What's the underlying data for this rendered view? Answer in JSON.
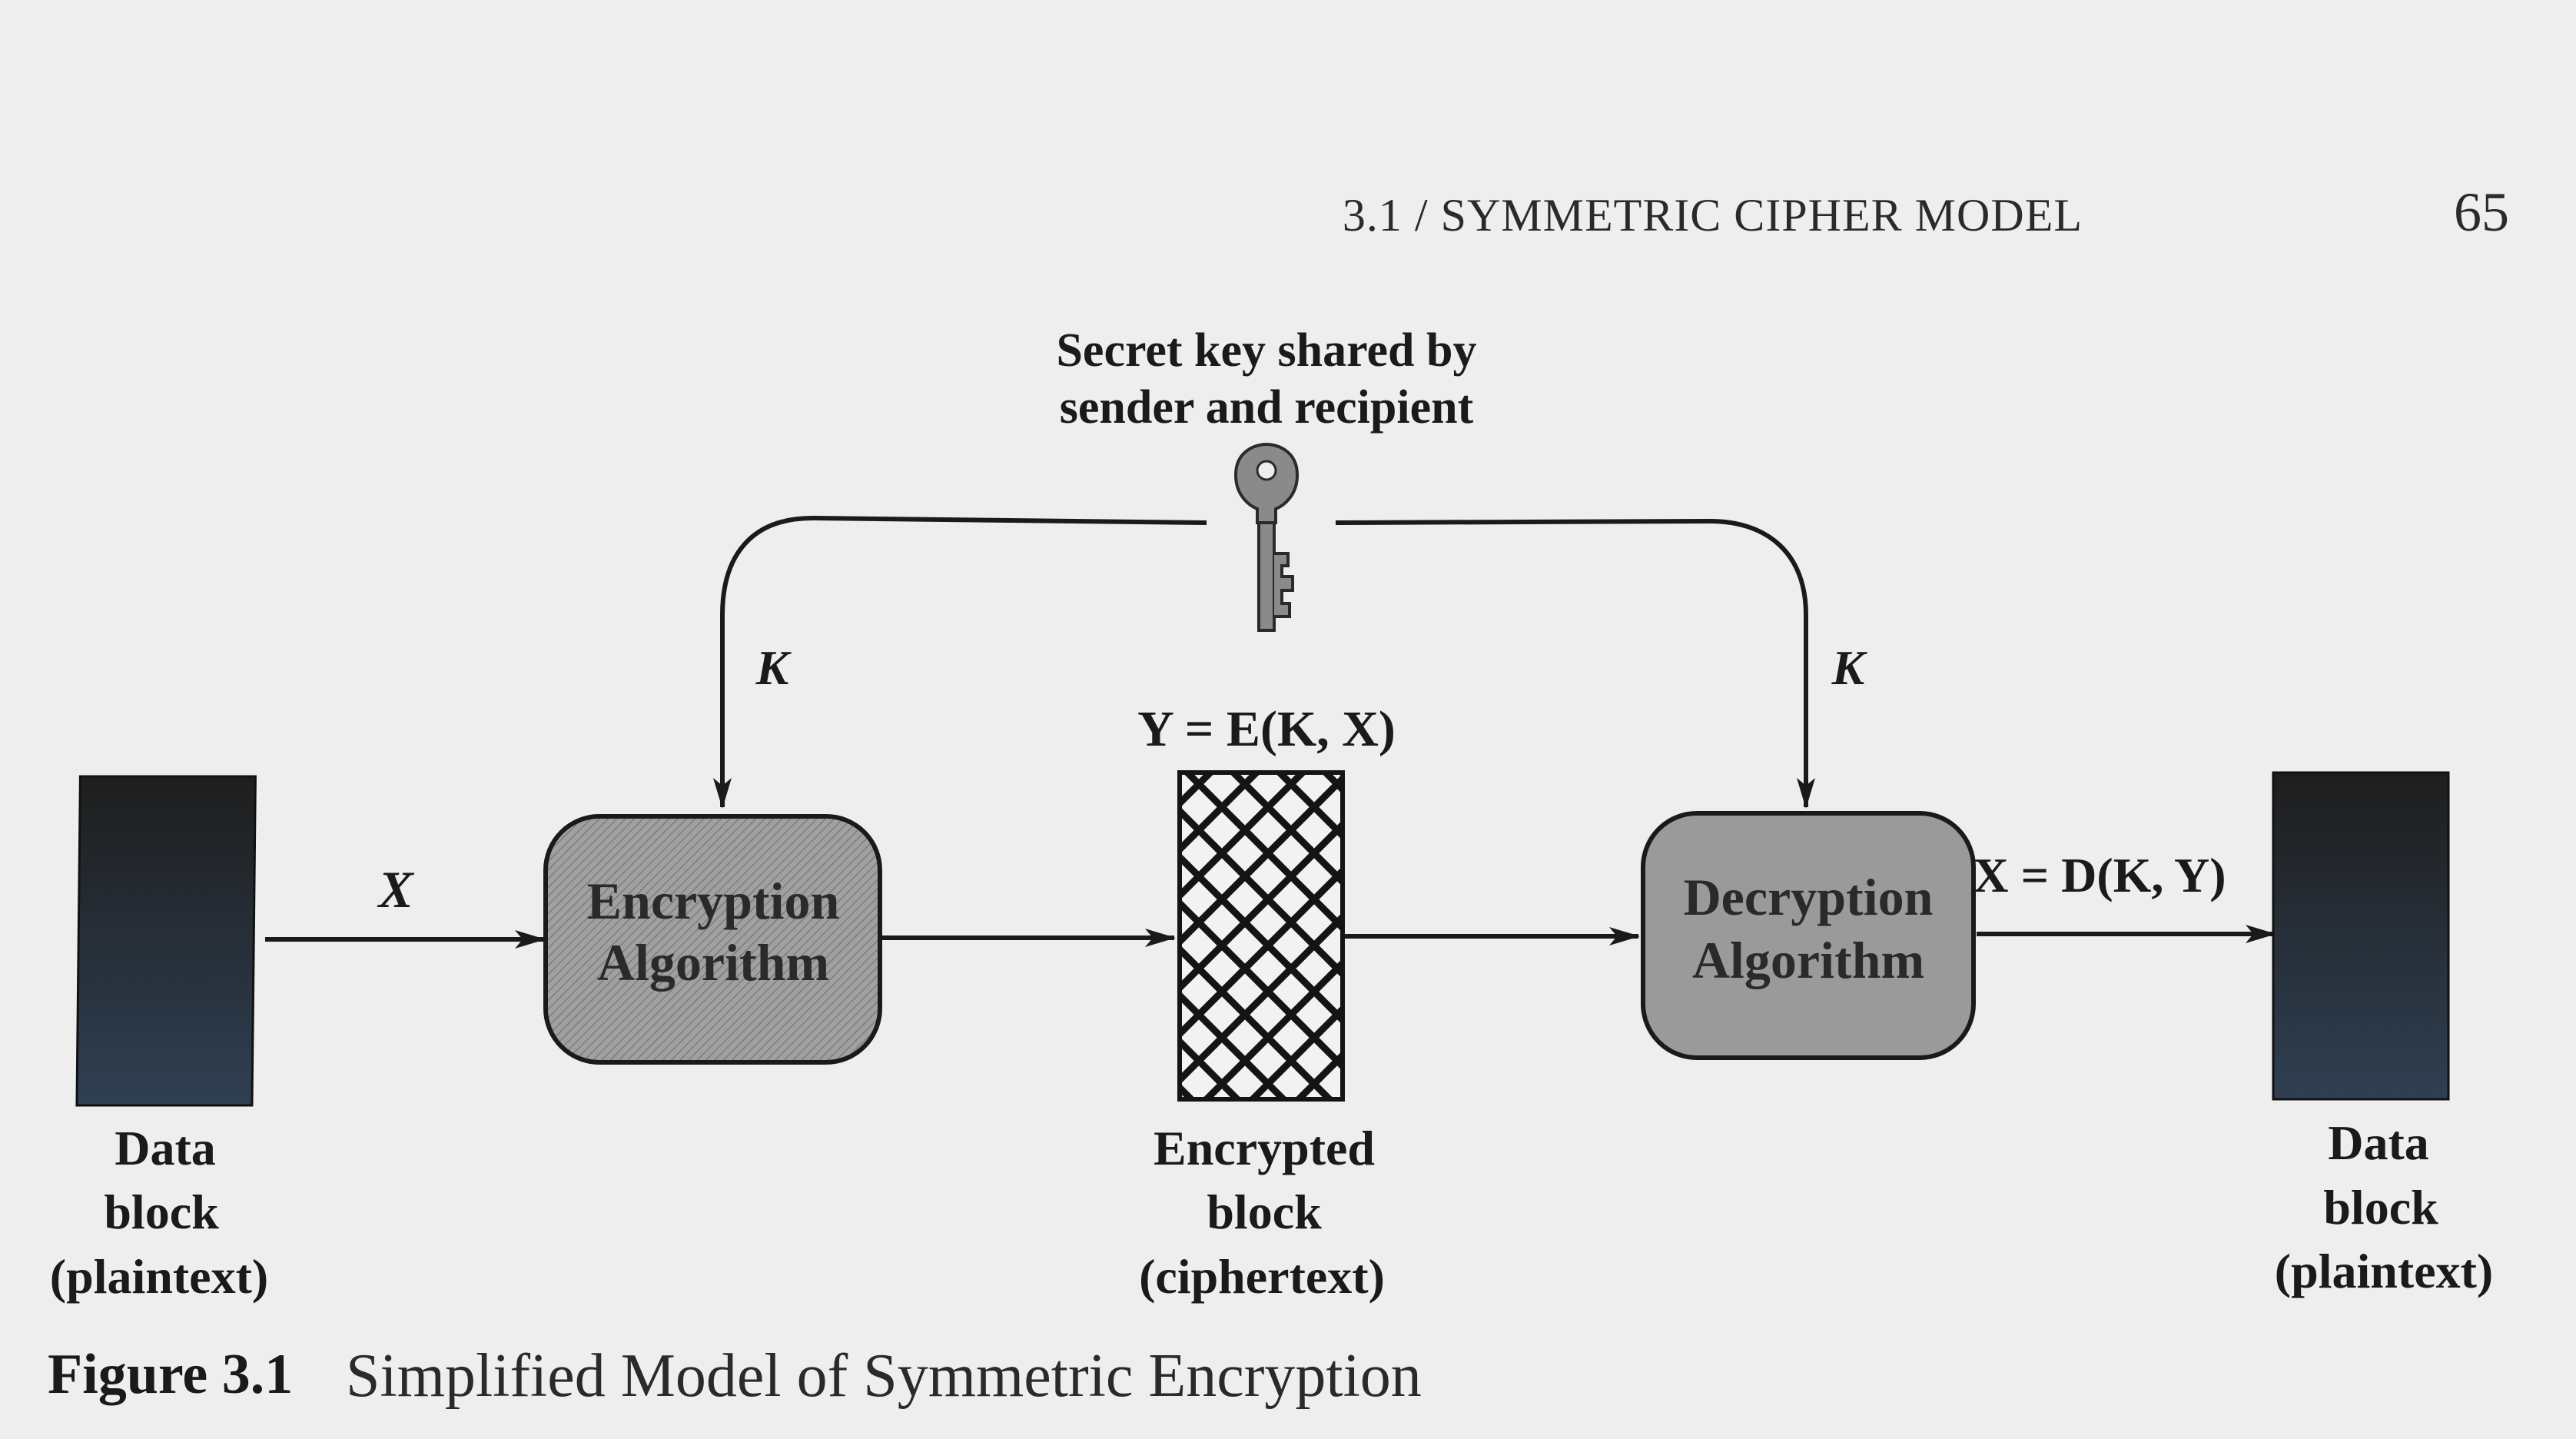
{
  "header": {
    "section": "3.1 / SYMMETRIC CIPHER MODEL",
    "page_number": "65"
  },
  "key_caption": {
    "line1": "Secret key shared by",
    "line2": "sender and recipient"
  },
  "labels": {
    "k_left": "K",
    "k_right": "K",
    "x_input": "X",
    "y_formula": "Y = E(K, X)",
    "x_formula": "X = D(K, Y)"
  },
  "encryption_box": {
    "line1": "Encryption",
    "line2": "Algorithm"
  },
  "decryption_box": {
    "line1": "Decryption",
    "line2": "Algorithm"
  },
  "plaintext_left": {
    "line1": "Data",
    "line2": "block",
    "line3": "(plaintext)"
  },
  "ciphertext": {
    "line1": "Encrypted",
    "line2": "block",
    "line3": "(ciphertext)"
  },
  "plaintext_right": {
    "line1": "Data",
    "line2": "block",
    "line3": "(plaintext)"
  },
  "figure": {
    "number": "Figure 3.1",
    "title": "Simplified Model of Symmetric Encryption"
  },
  "colors": {
    "page": "#eeeeee",
    "ink": "#1a1a1a",
    "box_fill": "#9a9a9a",
    "block_top": "#1e1e1e",
    "block_bottom": "#2f3f52",
    "key_fill": "#8a8a8a"
  },
  "icons": {
    "key": "key-icon"
  }
}
